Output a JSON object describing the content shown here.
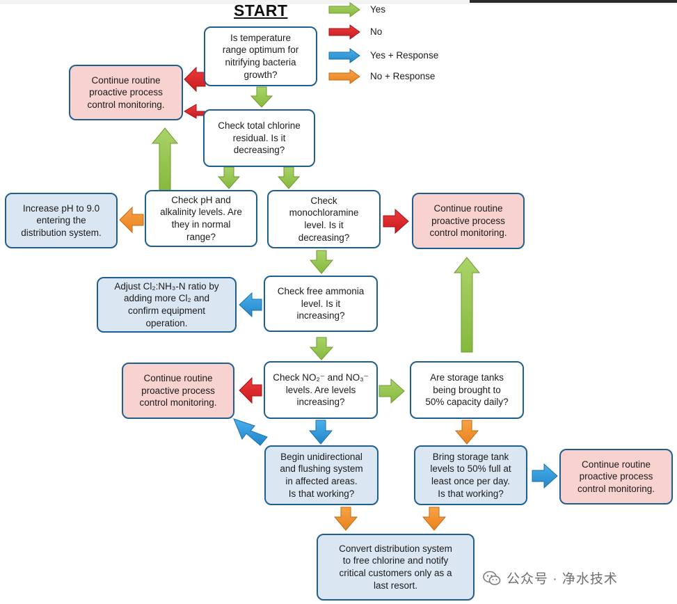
{
  "start": "START",
  "legend": [
    {
      "label": "Yes",
      "color": "#93c24a"
    },
    {
      "label": "No",
      "color": "#e0262b"
    },
    {
      "label": "Yes + Response",
      "color": "#2f9ad9"
    },
    {
      "label": "No + Response",
      "color": "#f0922e"
    }
  ],
  "boxes": {
    "temp": "Is temperature\nrange optimum for\nnitrifying bacteria\ngrowth?",
    "continue_top": "Continue routine\nproactive process\ncontrol monitoring.",
    "chlorine": "Check total chlorine\nresidual. Is it\ndecreasing?",
    "ph": "Check pH and\nalkalinity levels. Are\nthey in normal\nrange?",
    "increase_ph": "Increase pH to 9.0\nentering the\ndistribution system.",
    "monochloramine": "Check\nmonochloramine\nlevel. Is it\ndecreasing?",
    "continue_right": "Continue routine\nproactive process\ncontrol monitoring.",
    "ammonia": "Check free ammonia\nlevel. Is it\nincreasing?",
    "adjust": "Adjust Cl₂:NH₃-N ratio by\nadding more Cl₂ and\nconfirm equipment\noperation.",
    "nitrite": "Check NO₂⁻ and NO₃⁻\nlevels. Are levels\nincreasing?",
    "continue_mid": "Continue routine\nproactive process\ncontrol monitoring.",
    "storage": "Are storage tanks\nbeing brought to\n50% capacity daily?",
    "flushing": "Begin unidirectional\nand flushing system\nin affected areas.\nIs that working?",
    "bring": "Bring storage tank\nlevels to 50% full at\nleast once per day.\nIs that working?",
    "continue_bottom": "Continue routine\nproactive process\ncontrol monitoring.",
    "convert": "Convert distribution system\nto free chlorine and notify\ncritical customers only as a\nlast resort."
  },
  "watermark": "公众号 · 净水技术"
}
